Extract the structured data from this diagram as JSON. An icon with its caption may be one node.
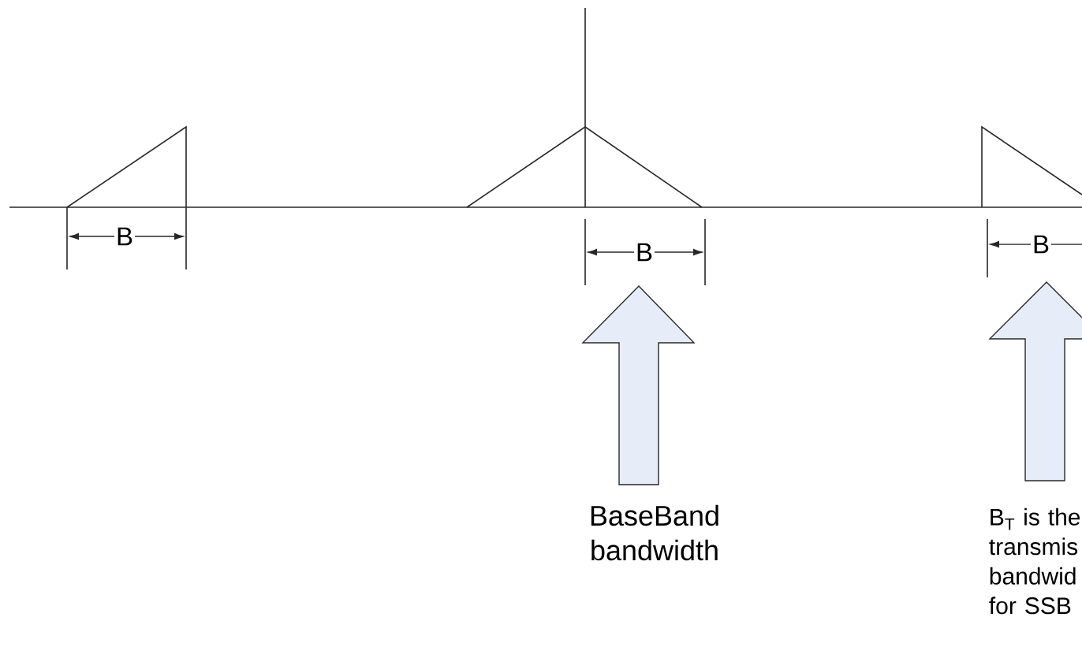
{
  "diagram": {
    "labels": [
      "B",
      "B",
      "B",
      "BaseBand bandwidth",
      "B$_{T}$ is the transmis bandwid for SSB"
    ]
  }
}
